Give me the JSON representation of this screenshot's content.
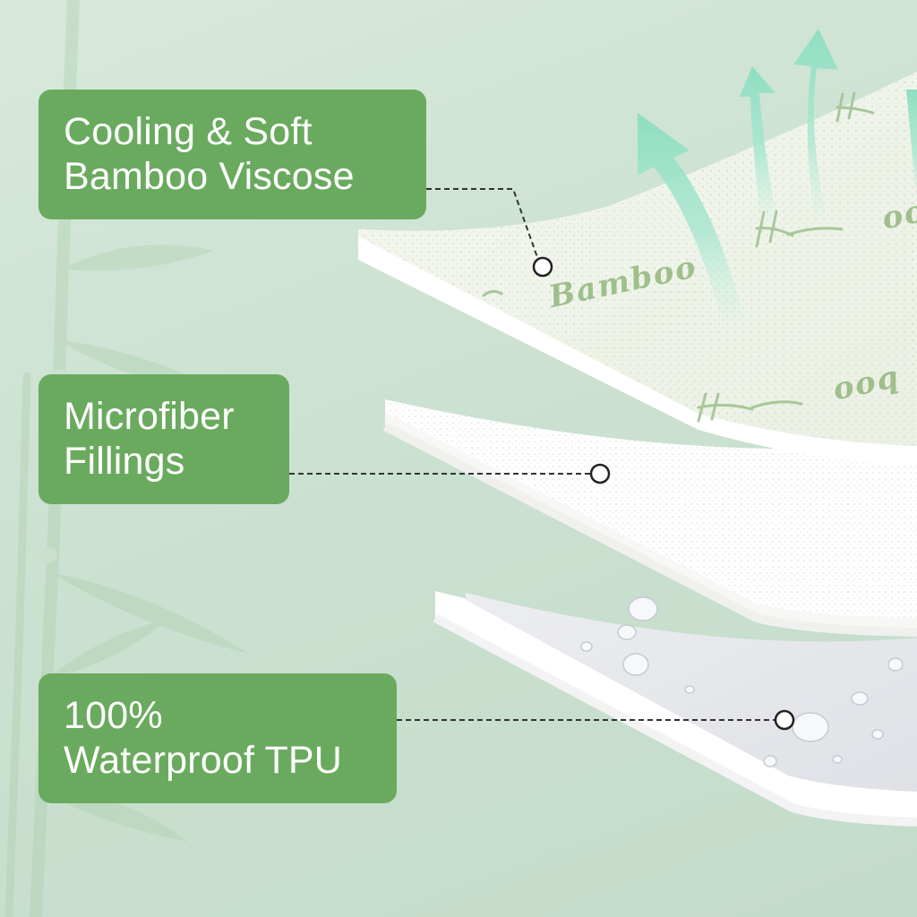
{
  "layers": [
    {
      "line1": "Cooling & Soft",
      "line2": "Bamboo Viscose"
    },
    {
      "line1": "Microfiber",
      "line2": "Fillings"
    },
    {
      "line1": "100%",
      "line2": "Waterproof TPU"
    }
  ],
  "fabric_print": {
    "word": "Bamboo",
    "fragment_a": "oo",
    "fragment_b": "ooq"
  },
  "colors": {
    "label_green": "#6aaa5e",
    "background": "#cbe1d1",
    "arrow_mint": "#9fe3c9",
    "bamboo_print": "#9fbf8c"
  }
}
